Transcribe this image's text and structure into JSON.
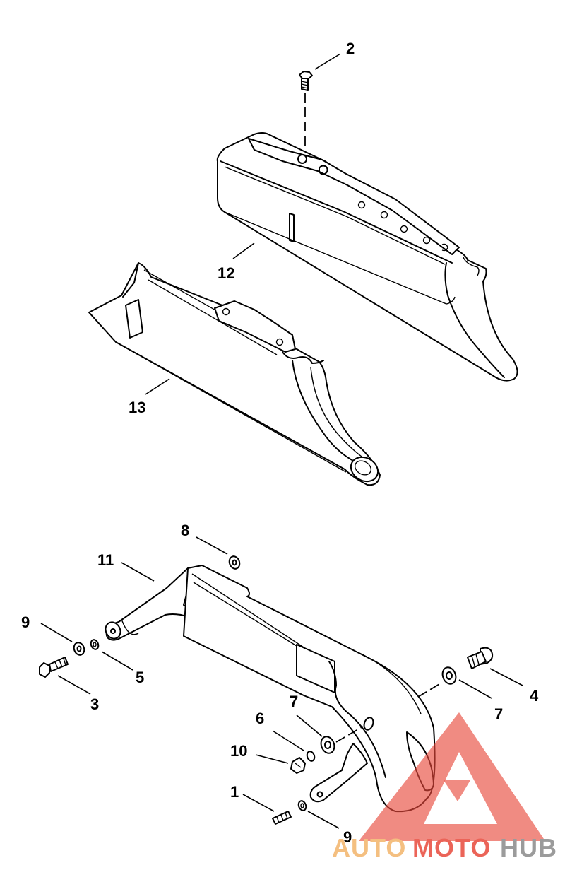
{
  "callouts": {
    "c1": "1",
    "c2": "2",
    "c3": "3",
    "c4": "4",
    "c5": "5",
    "c6": "6",
    "c7a": "7",
    "c7b": "7",
    "c8": "8",
    "c9a": "9",
    "c9b": "9",
    "c10": "10",
    "c11": "11",
    "c12": "12",
    "c13": "13"
  },
  "watermark": {
    "part1": "AUTO",
    "part2": "MOTO",
    "part3": "HUB",
    "color_light": "#f3b46a",
    "color_red": "#e84a3c",
    "color_gray": "#8a8a8a"
  }
}
